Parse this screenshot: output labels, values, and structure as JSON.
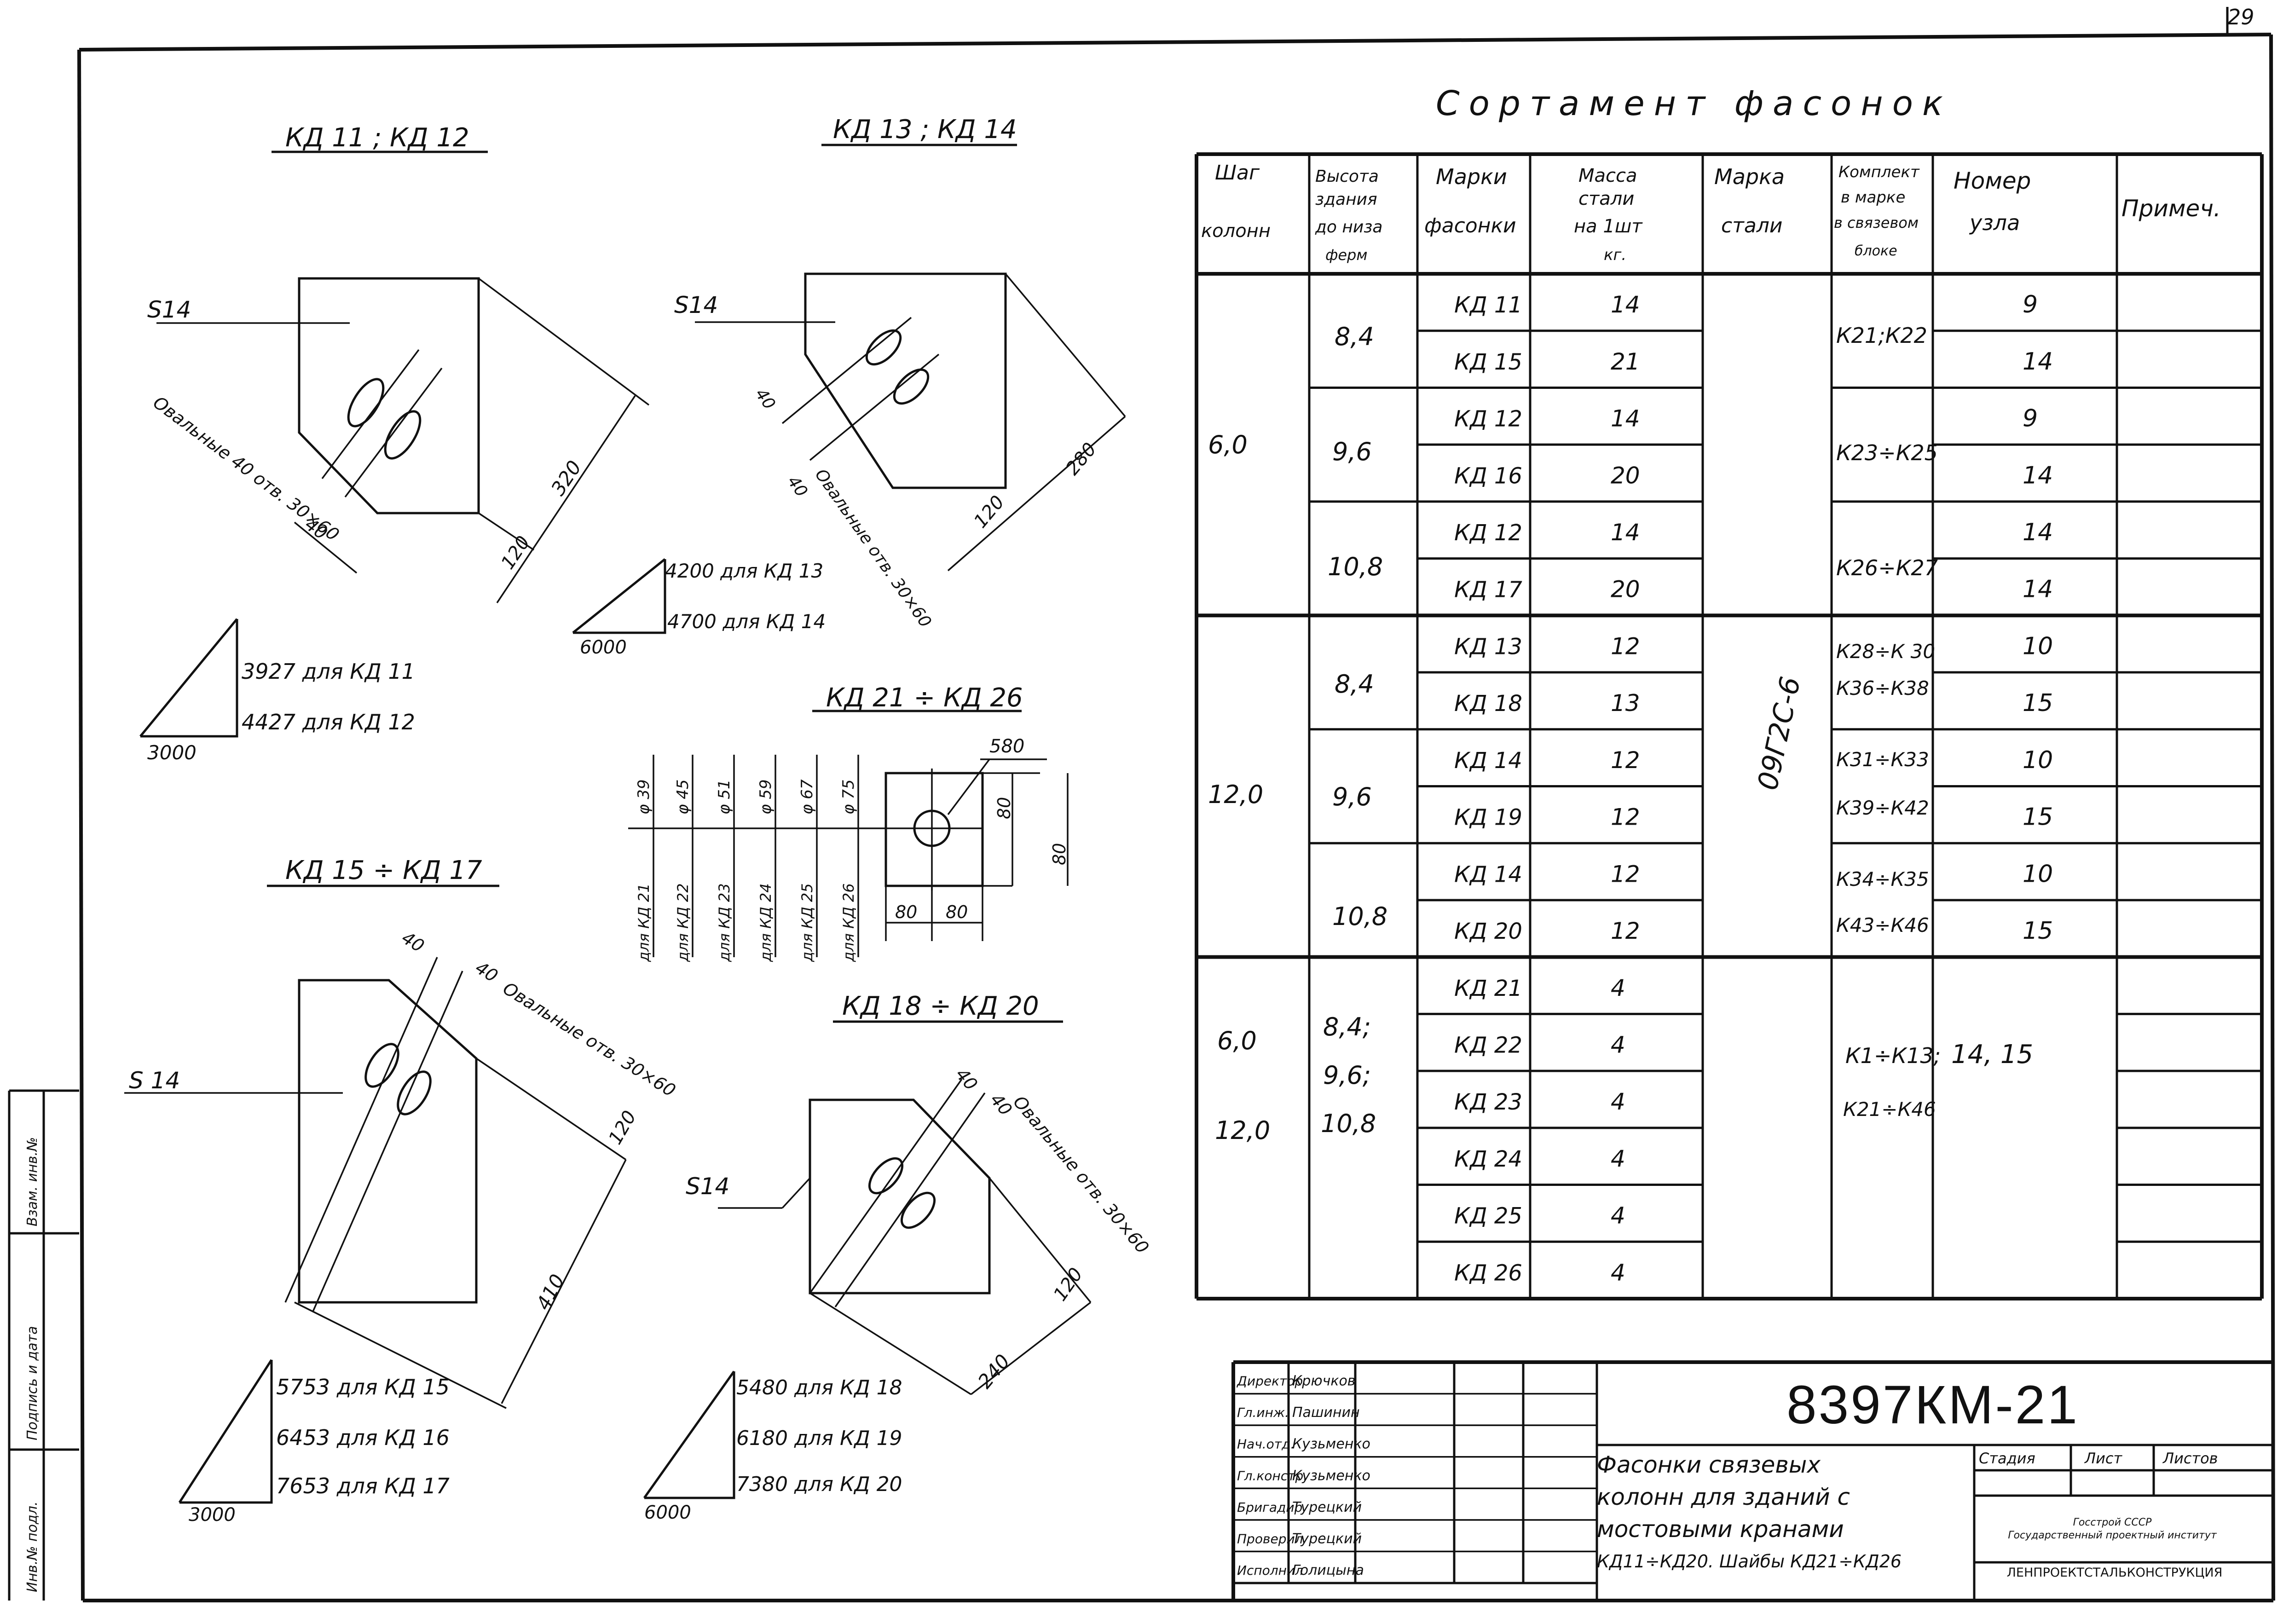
{
  "sheet_number": "29",
  "table": {
    "title": "Сортамент фасонок",
    "headers": {
      "step": [
        "Шаг",
        "колонн"
      ],
      "height": [
        "Высота",
        "здания",
        "до низа",
        "ферм"
      ],
      "mark": [
        "Марки",
        "фасонки"
      ],
      "mass": [
        "Масса",
        "стали",
        "на 1шт",
        "кг."
      ],
      "steel": [
        "Марка",
        "стали"
      ],
      "kit": [
        "Комплект",
        "в марке",
        "в связевом",
        "блоке"
      ],
      "node": [
        "Номер",
        "узла"
      ],
      "note": [
        "Примеч."
      ]
    },
    "steel_grade": "09Г2С-6",
    "rows": [
      {
        "mark": "КД 11",
        "mass": "14",
        "node": "9"
      },
      {
        "mark": "КД 15",
        "mass": "21",
        "node": "14"
      },
      {
        "mark": "КД 12",
        "mass": "14",
        "node": "9"
      },
      {
        "mark": "КД 16",
        "mass": "20",
        "node": "14"
      },
      {
        "mark": "КД 12",
        "mass": "14",
        "node": "14"
      },
      {
        "mark": "КД 17",
        "mass": "20",
        "node": "14"
      },
      {
        "mark": "КД 13",
        "mass": "12",
        "node": "10"
      },
      {
        "mark": "КД 18",
        "mass": "13",
        "node": "15"
      },
      {
        "mark": "КД 14",
        "mass": "12",
        "node": "10"
      },
      {
        "mark": "КД 19",
        "mass": "12",
        "node": "15"
      },
      {
        "mark": "КД 14",
        "mass": "12",
        "node": "10"
      },
      {
        "mark": "КД 20",
        "mass": "12",
        "node": "15"
      },
      {
        "mark": "КД 21",
        "mass": "4",
        "node": ""
      },
      {
        "mark": "КД 22",
        "mass": "4",
        "node": ""
      },
      {
        "mark": "КД 23",
        "mass": "4",
        "node": ""
      },
      {
        "mark": "КД 24",
        "mass": "4",
        "node": ""
      },
      {
        "mark": "КД 25",
        "mass": "4",
        "node": ""
      },
      {
        "mark": "КД 26",
        "mass": "4",
        "node": ""
      }
    ],
    "steps": [
      "6,0",
      "12,0",
      "6,0",
      "12,0"
    ],
    "heights": [
      "8,4",
      "9,6",
      "10,8",
      "8,4",
      "9,6",
      "10,8",
      "8,4;",
      "9,6;",
      "10,8"
    ],
    "kits": [
      "К21;К22",
      "К23÷К25",
      "К26÷К27",
      "К28÷К 30",
      "К36÷К38",
      "К31÷К33",
      "К39÷К42",
      "К34÷К35",
      "К43÷К46",
      "К1÷К13;",
      "К21÷К46"
    ],
    "node_group": "14, 15"
  },
  "drawings": {
    "kd11_12": {
      "title": "КД 11 ; КД 12",
      "s": "S14",
      "holes": "Овальные 40 отв. 30×60",
      "d40": "40",
      "d120": "120",
      "d320": "320",
      "b1": "3927 для КД 11",
      "b2": "4427 для КД 12",
      "b3": "3000"
    },
    "kd13_14": {
      "title": "КД 13 ; КД 14",
      "s": "S14",
      "holes": "Овальные отв. 30×60",
      "d40a": "40",
      "d40b": "40",
      "d120": "120",
      "d280": "280",
      "b1": "4200 для КД 13",
      "b2": "4700 для КД 14",
      "b3": "6000"
    },
    "kd15_17": {
      "title": "КД 15 ÷ КД 17",
      "s": "S 14",
      "holes": "Овальные отв. 30×60",
      "d40a": "40",
      "d40b": "40",
      "d120": "120",
      "d410": "410",
      "b1": "5753 для КД 15",
      "b2": "6453 для КД 16",
      "b3": "7653 для КД 17",
      "b4": "3000"
    },
    "kd18_20": {
      "title": "КД 18 ÷ КД 20",
      "s": "S14",
      "holes": "Овальные отв. 30×60",
      "d40a": "40",
      "d40b": "40",
      "d120": "120",
      "d240": "240",
      "b1": "5480 для КД 18",
      "b2": "6180 для КД 19",
      "b3": "7380 для КД 20",
      "b4": "6000"
    },
    "kd21_26": {
      "title": "КД 21 ÷ КД 26",
      "d580": "580",
      "d80a": "80",
      "d80b": "80",
      "d80c": "80",
      "d80d": "80",
      "dia": [
        "φ 39",
        "φ 45",
        "φ 51",
        "φ 59",
        "φ 67",
        "φ 75"
      ],
      "forlbl": [
        "для КД 21",
        "для КД 22",
        "для КД 23",
        "для КД 24",
        "для КД 25",
        "для КД 26"
      ]
    }
  },
  "stamp": {
    "roles": [
      "Директор",
      "Гл.инж.",
      "Нач.отд.",
      "Гл.констр.",
      "Бригадир",
      "Проверил",
      "Исполнил"
    ],
    "names": [
      "Крючков",
      "Пашинин",
      "Кузьменко",
      "Кузьменко",
      "Турецкий",
      "Турецкий",
      "Голицына"
    ],
    "code": "8397КМ-21",
    "name_lines": [
      "Фасонки связевых",
      "колонн для зданий с",
      "мостовыми кранами",
      "КД11÷КД20. Шайбы КД21÷КД26"
    ],
    "stage": "Стадия",
    "sheet": "Лист",
    "sheets": "Листов",
    "org_line1": "Госстрой СССР",
    "org_line2": "Государственный проектный институт",
    "org_line3": "ЛЕНПРОЕКТСТАЛЬКОНСТРУКЦИЯ"
  },
  "side": {
    "inv": "Инв.№ подл.",
    "sign": "Подпись и дата",
    "ref": "Взам. инв.№"
  }
}
